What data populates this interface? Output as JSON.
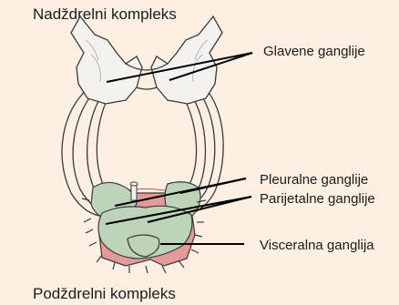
{
  "figure": {
    "top_heading": "Nadždrelni kompleks",
    "bottom_heading": "Podždrelni kompleks",
    "labels": {
      "cerebral": "Glavene ganglije",
      "pleural": "Pleuralne ganglije",
      "parietal": "Parijetalne ganglije",
      "visceral": "Visceralna ganglija"
    }
  },
  "colors": {
    "background": "#fdf0e2",
    "ganglia_white": "#f3f2ee",
    "ganglia_green": "#bdd4b8",
    "tissue_pink": "#e39a9a",
    "outline": "#3a3a3a",
    "leader_line": "#000000"
  }
}
